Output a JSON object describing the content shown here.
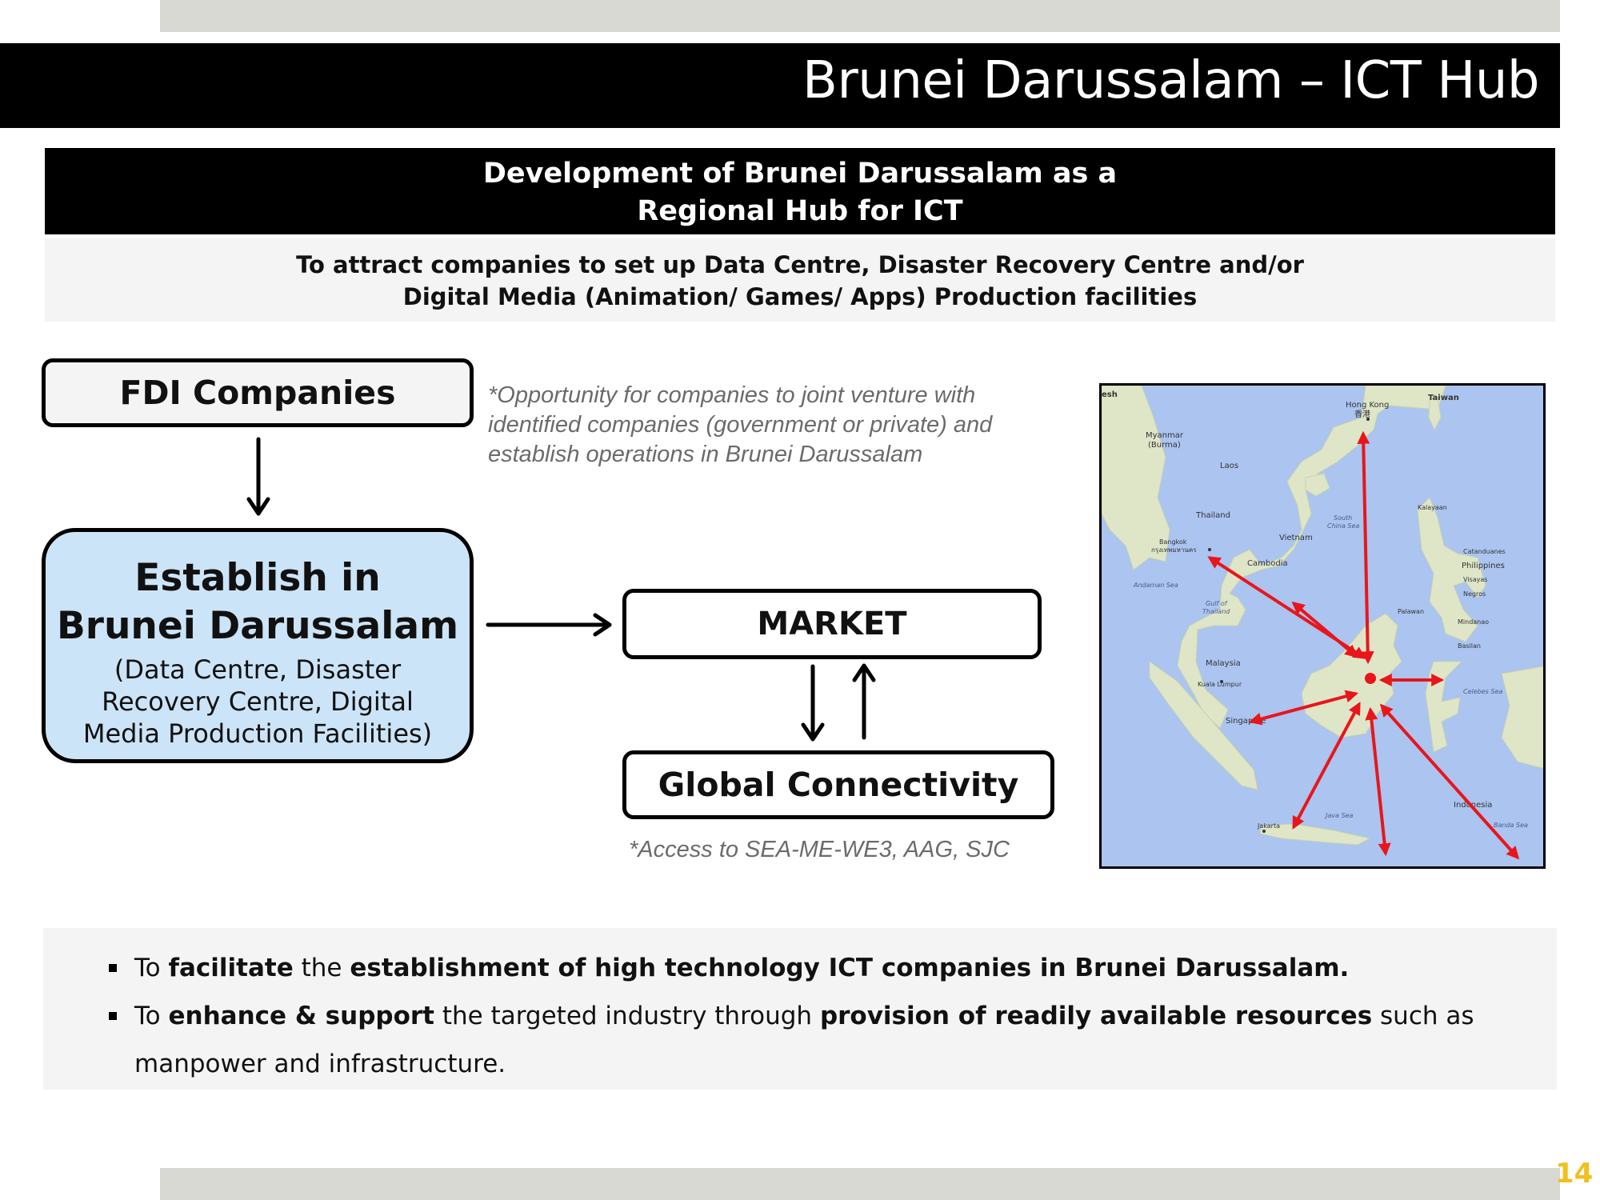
{
  "slide": {
    "title": "Brunei Darussalam – ICT Hub",
    "page_number": "14"
  },
  "subheading": {
    "line1": "Development of Brunei Darussalam as a",
    "line2": "Regional Hub for ICT"
  },
  "goal": {
    "line1": "To attract companies to set up Data Centre, Disaster Recovery Centre and/or",
    "line2": "Digital Media (Animation/ Games/ Apps) Production facilities"
  },
  "flow": {
    "fdi_label": "FDI Companies",
    "establish_title_1": "Establish in",
    "establish_title_2": "Brunei Darussalam",
    "establish_sub_1": "(Data Centre, Disaster",
    "establish_sub_2": "Recovery Centre, Digital",
    "establish_sub_3": "Media Production Facilities)",
    "market_label": "MARKET",
    "global_label": "Global Connectivity",
    "fdi_note_1": "*Opportunity for companies to joint venture with",
    "fdi_note_2": "identified companies (government or private) and",
    "fdi_note_3": "establish operations in Brunei Darussalam",
    "global_note": "*Access to SEA-ME-WE3, AAG, SJC"
  },
  "map": {
    "labels": {
      "hong_kong": "Hong Kong",
      "hong_kong_local": "香港",
      "taiwan": "Taiwan",
      "myanmar": "Myanmar",
      "burma": "(Burma)",
      "laos": "Laos",
      "thailand": "Thailand",
      "vietnam": "Vietnam",
      "bangkok": "Bangkok",
      "bangkok_local": "กรุงเทพมหานคร",
      "cambodia": "Cambodia",
      "philippines": "Philippines",
      "andaman_sea": "Andaman Sea",
      "gulf_1": "Gulf of",
      "gulf_2": "Thailand",
      "south_china_1": "South",
      "south_china_2": "China Sea",
      "kalayaan": "Kalayaan",
      "catanduanes": "Catanduanes",
      "visayas": "Visayas",
      "negros": "Negros",
      "palawan": "Palawan",
      "mindanao": "Mindanao",
      "basilan": "Basilan",
      "malaysia": "Malaysia",
      "kuala_lumpur": "Kuala Lumpur",
      "celebes_sea": "Celebes Sea",
      "singapore": "Singapore",
      "java_sea": "Java Sea",
      "indonesia": "Indonesia",
      "banda_sea": "Banda Sea",
      "jakarta": "Jakarta",
      "edge_label": "esh"
    },
    "arrow_color": "#e8161b",
    "sea_color": "#abc4f0",
    "land_color": "#dfe6c8"
  },
  "bullets": {
    "b1_t1": "To ",
    "b1_b1": "facilitate",
    "b1_t2": " the ",
    "b1_b2": "establishment of high technology ICT companies in Brunei Darussalam.",
    "b2_t1": "To ",
    "b2_b1": "enhance & support",
    "b2_t2": " the targeted industry through ",
    "b2_b2": "provision of readily available resources",
    "b2_t3": " such as",
    "b2_cont": "manpower and infrastructure."
  }
}
